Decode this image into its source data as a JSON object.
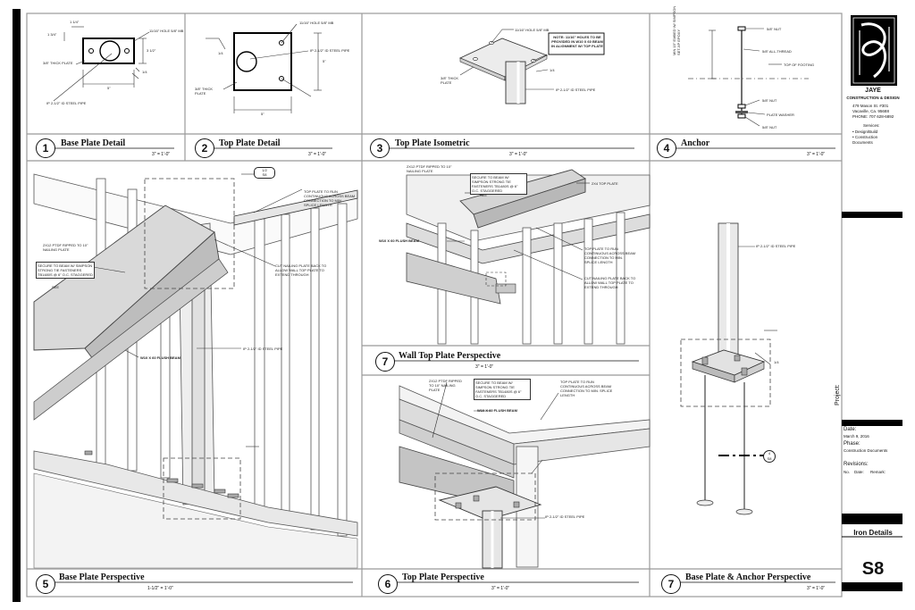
{
  "sheet": {
    "firm_name": "JAYE",
    "firm_subtitle": "CONSTRUCTION & DESIGN",
    "address_lines": [
      "479 Mason St. #301",
      "Vacaville, Ca. 95688",
      "PHONE: 707 628-6892"
    ],
    "services_heading": "Services:",
    "services": [
      "Design/Build",
      "Construction Documents"
    ],
    "project_label": "Project:",
    "date_label": "Date:",
    "date_value": "March 9, 2016",
    "phase_label": "Phase:",
    "phase_value": "Construction Documents",
    "revisions_label": "Revisions:",
    "revision_columns": [
      "No.",
      "Date:",
      "Remark:"
    ],
    "sheet_title": "Iron Details",
    "sheet_number": "S8"
  },
  "details": {
    "d1": {
      "num": "1",
      "title": "Base Plate Detail",
      "scale": "3\" = 1'-0\""
    },
    "d2": {
      "num": "2",
      "title": "Top Plate Detail",
      "scale": "3\" = 1'-0\""
    },
    "d3": {
      "num": "3",
      "title": "Top Plate Isometric",
      "scale": "3\" = 1'-0\""
    },
    "d4": {
      "num": "4",
      "title": "Anchor",
      "scale": "3\" = 1'-0\""
    },
    "d5": {
      "num": "5",
      "title": "Base Plate Perspective",
      "scale": "1-1/2\" = 1'-0\""
    },
    "d6": {
      "num": "6",
      "title": "Top Plate Perspective",
      "scale": "3\" = 1'-0\""
    },
    "d7a": {
      "num": "7",
      "title": "Wall Top Plate Perspective",
      "scale": "3\" = 1'-0\""
    },
    "d7b": {
      "num": "7",
      "title": "Base Plate & Anchor Perspective",
      "scale": "3\" = 1'-0\""
    }
  },
  "notes": {
    "d1": {
      "hole": "11/16\" HOLE 5/8\" MB",
      "plate": "3/8\" THICK PLATE",
      "pipe": "IP 2-1/2\" ID STEEL PIPE",
      "dim_top": "1 1/4\"",
      "dim_left": "1 3/4\"",
      "dim_bottom": "5\"",
      "dim_right": "3 1/2\"",
      "weld": "1/4"
    },
    "d2": {
      "hole": "11/16\" HOLE 5/8\" MB",
      "pipe": "IP 2-1/2\" ID STEEL PIPE",
      "plate": "3/8\" THICK PLATE",
      "dim_bottom": "5\"",
      "dim_right": "5\"",
      "weld": "1/4"
    },
    "d3": {
      "hole": "11/16\" HOLE 5/8\" MB",
      "note": "NOTE: 11/16\" HOLES TO BE PROVIDED IN W10 X 60 BEAM IN ALIGNMENT W/ TOP PLATE",
      "plate": "3/8\" THICK PLATE",
      "pipe": "IP 2-1/2\" ID STEEL PIPE",
      "weld": "1/4"
    },
    "d4": {
      "nut_top": "5/8\" NUT",
      "thread": "5/8\" ALL-THREAD",
      "footing": "TOP OF FOOTING",
      "nut_mid": "5/8\" NUT",
      "washer": "PLATE WASHER",
      "nut_bot": "5/8\" NUT",
      "embed": "MIN 15\" EMBED W/ SIMPSON SET-XP EPOXY"
    },
    "d5": {
      "nailing": "2X12 PTDF RIPPED TO 10\" NAILING PLATE",
      "secure": "SECURE TO BEAM W/ SIMPSON STRONG TIE FASTENERS TB1480S @ 6\" O.C. STAGGERED",
      "see": "SEE",
      "beam": "W10 X 60 FLUSH BEAM",
      "top_plate": "TOP PLATE TO RUN CONTINUOUS ACROSS BEAM CONNECTION TO MIN. SPLICE LENGTH",
      "cut": "CUT NAILING PLATE BACK TO ALLOW WALL TOP PLATE TO EXTEND THROUGH",
      "pipe": "IP 2-1/2\" ID STEEL PIPE"
    },
    "d7a": {
      "nailing": "2X12 PTDF RIPPED TO 10\" NAILING PLATE",
      "secure": "SECURE TO BEAM W/ SIMPSON STRONG TIE FASTENERS TB1480S @ 6\" O.C. STAGGERED",
      "see": "SEE",
      "top": "2X4 TOP PLATE",
      "beam": "W10 X 60 FLUSH BEAM",
      "top_plate": "TOP PLATE TO RUN CONTINUOUS ACROSS BEAM CONNECTION TO MIN. SPLICE LENGTH",
      "cut": "CUT NAILING PLATE BACK TO ALLOW WALL TOP PLATE TO EXTEND THROUGH"
    },
    "d6": {
      "nailing": "2X12 PTDF RIPPED TO 10\" NAILING PLATE",
      "secure": "SECURE TO BEAM W/ SIMPSON STRONG TIE FASTENERS TB1480S @ 6\" O.C. STAGGERED",
      "beam": "W10 X 60 FLUSH BEAM",
      "top_plate": "TOP PLATE TO RUN CONTINUOUS ACROSS BEAM CONNECTION TO MIN. SPLICE LENGTH",
      "pipe": "IP 2-1/2\" ID STEEL PIPE"
    },
    "d7b": {
      "pipe": "IP 2-1/2\" ID STEEL PIPE",
      "weld": "1/4"
    }
  },
  "callouts": {
    "a": "1",
    "b": "2",
    "sheet_ref": "S8",
    "c": "4"
  }
}
